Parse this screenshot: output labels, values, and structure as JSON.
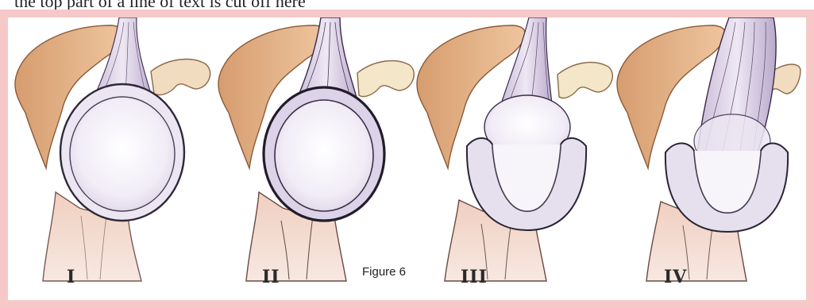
{
  "header": {
    "cropped_text": "the top part of a line of text is cut off here"
  },
  "figure": {
    "caption": "Figure 6",
    "panel_labels": [
      "I",
      "II",
      "III",
      "IV"
    ]
  },
  "colors": {
    "frame": "#f6c8c8",
    "bone": "#e9b98f",
    "bone_shadow": "#c98e62",
    "humerus": "#f1cfc4",
    "head_fill": "#f3eef6",
    "capsule_stroke": "#3a3340",
    "tendon": "#d6cbe0"
  }
}
